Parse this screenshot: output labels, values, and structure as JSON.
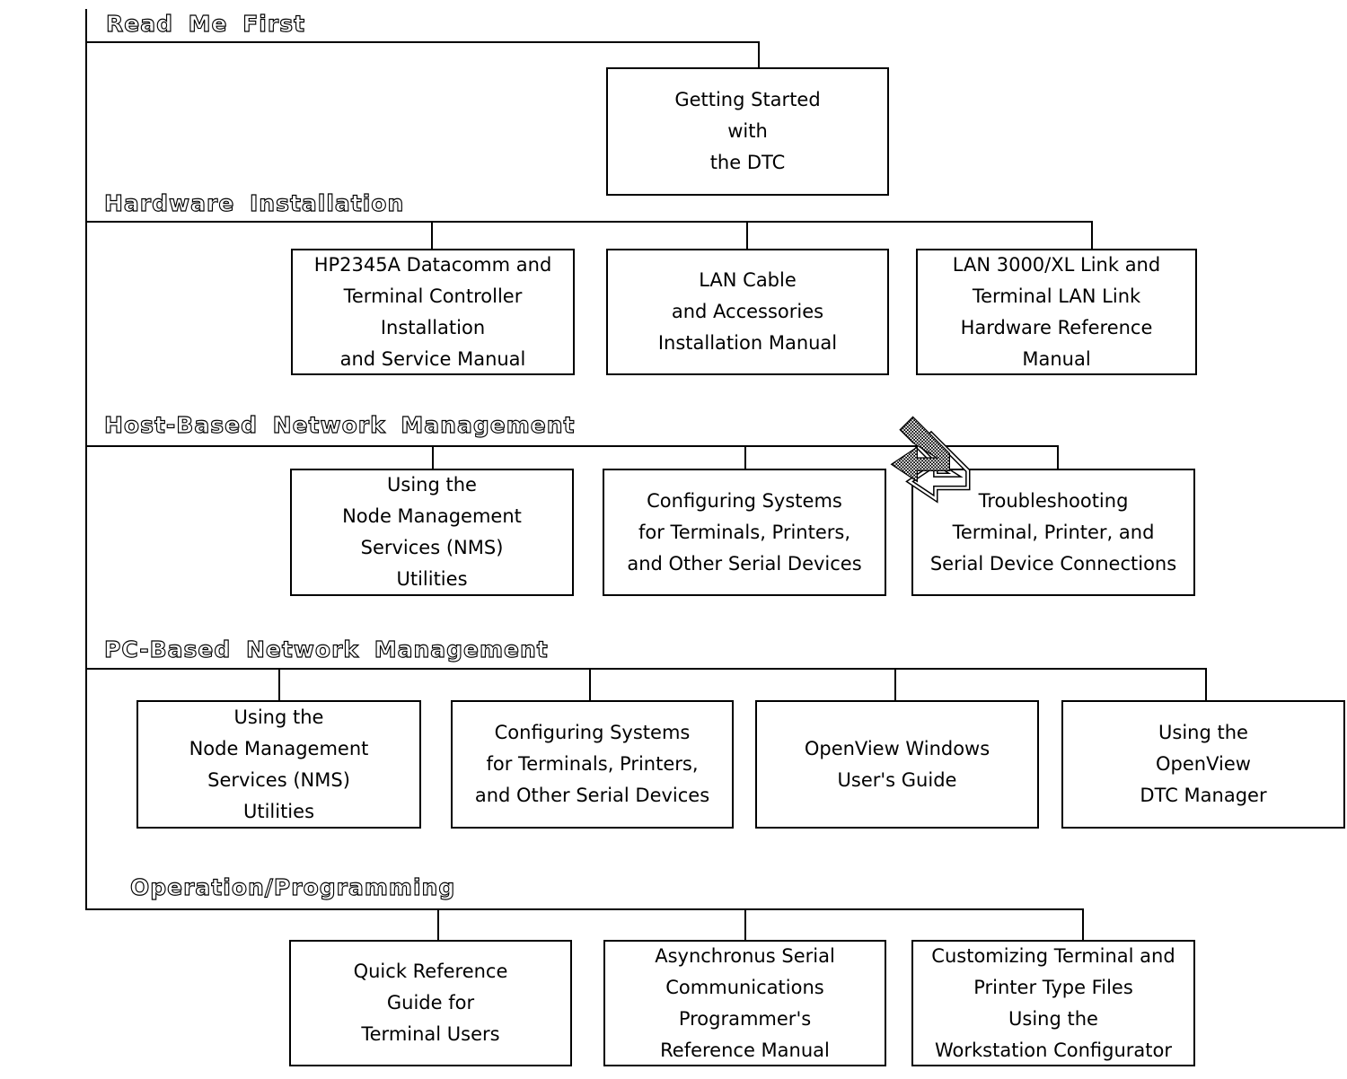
{
  "page": {
    "background_color": "#ffffff",
    "line_color": "#000000",
    "description": "HP DTC documentation map"
  },
  "selection_marker": {
    "icon_name": "bent-arrow-down-left-icon",
    "color": "#000000"
  },
  "sections": [
    {
      "heading": "Read Me First",
      "boxes": [
        {
          "lines": [
            "Getting Started",
            "with",
            "the DTC"
          ]
        }
      ]
    },
    {
      "heading": "Hardware Installation",
      "boxes": [
        {
          "lines": [
            "HP2345A Datacomm and",
            "Terminal Controller",
            "Installation",
            "and Service Manual"
          ]
        },
        {
          "lines": [
            "LAN Cable",
            "and Accessories",
            "Installation Manual"
          ]
        },
        {
          "lines": [
            "LAN 3000/XL Link and",
            "Terminal LAN Link",
            "Hardware Reference",
            "Manual"
          ]
        }
      ]
    },
    {
      "heading": "Host-Based Network Management",
      "boxes": [
        {
          "lines": [
            "Using the",
            "Node Management",
            "Services (NMS)",
            "Utilities"
          ]
        },
        {
          "lines": [
            "Configuring Systems",
            "for Terminals, Printers,",
            "and Other Serial Devices"
          ]
        },
        {
          "lines": [
            "Troubleshooting",
            "Terminal, Printer, and",
            "Serial Device Connections"
          ]
        }
      ]
    },
    {
      "heading": "PC-Based Network Management",
      "boxes": [
        {
          "lines": [
            "Using the",
            "Node Management",
            "Services (NMS)",
            "Utilities"
          ]
        },
        {
          "lines": [
            "Configuring Systems",
            "for Terminals, Printers,",
            "and Other Serial Devices"
          ]
        },
        {
          "lines": [
            "OpenView Windows",
            "User's Guide"
          ]
        },
        {
          "lines": [
            "Using the",
            "OpenView",
            "DTC Manager"
          ]
        }
      ]
    },
    {
      "heading": "Operation/Programming",
      "boxes": [
        {
          "lines": [
            "Quick Reference",
            "Guide for",
            "Terminal Users"
          ]
        },
        {
          "lines": [
            "Asynchronus Serial",
            "Communications",
            "Programmer's",
            "Reference Manual"
          ]
        },
        {
          "lines": [
            "Customizing Terminal and",
            "Printer Type Files",
            "Using the",
            "Workstation Configurator"
          ]
        }
      ]
    }
  ]
}
